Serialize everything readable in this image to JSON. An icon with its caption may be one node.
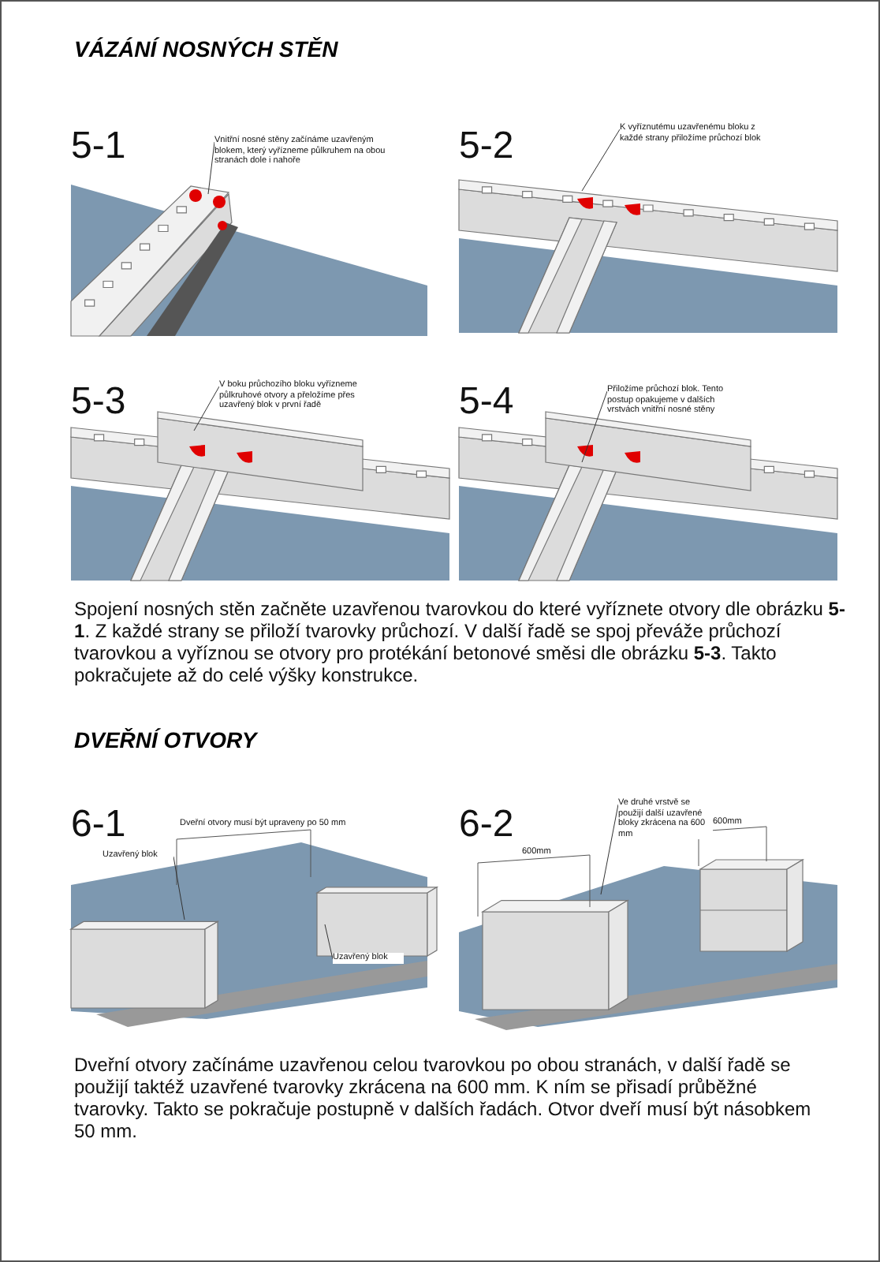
{
  "diagram": {
    "title": "VÁZÁNÍ NOSNÝCH STĚN",
    "nodes": [
      {
        "text": [
          "Vnitřní nosné stěny začínáme uzavřeným blokem, který vyřízneme půlkruhem na obou stranách dole i nahoře"
        ]
      },
      {
        "text": [
          "K vyříznutému uzavřenému bloku z každé strany přiložíme průchozí blok"
        ]
      },
      {
        "text": [
          "V boku průchozího bloku vyřízneme půlkruhové otvory a přeložíme přes uzavřený blok v první řadě"
        ]
      },
      {
        "text": [
          "Přiložíme průchozí blok. Tento postup opakujeme v dalších vrstvách vnitřní nosné stěny"
        ]
      },
      {
        "text": [
          "Uzavřený blok"
        ]
      },
      {
        "text": [
          "Uzavřený blok"
        ]
      },
      {
        "text": [
          "Ve druhé vrstvě se použijí další uzavřené bloky zkrácena na 600 mm"
        ]
      }
    ],
    "edges": [
      {
        "from": 0,
        "to": null,
        "arrow": "none"
      },
      {
        "from": 1,
        "to": null,
        "arrow": "none"
      },
      {
        "from": 2,
        "to": null,
        "arrow": "none"
      },
      {
        "from": 3,
        "to": null,
        "arrow": "none"
      },
      {
        "from": 4,
        "to": null,
        "arrow": "none"
      },
      {
        "from": 5,
        "to": null,
        "arrow": "none"
      },
      {
        "from": 6,
        "to": null,
        "arrow": "none"
      }
    ],
    "labels": [
      "5-1",
      "5-2",
      "5-3",
      "5-4",
      "Spojení nosných stěn začněte uzavřenou tvarovkou do které vyříznete otvory dle obrázku **5-1**.  Z každé strany se přiloží tvarovky průchozí. V další řadě se spoj převáže průchozí tvarovkou a vyříznou se otvory pro protékání betonové směsi dle obrázku **5-3**. Takto pokračujete až do celé výšky konstrukce.",
      "DVEŘNÍ OTVORY",
      "6-1",
      "Dveřní otvory musí být upraveny po 50 mm",
      "6-2",
      "600mm",
      "600mm",
      "Dveřní otvory začínáme uzavřenou celou tvarovkou po obou stranách, v další řadě se použijí taktéž uzavřené tvarovky zkrácena na 600 mm. K ním se přisadí průběžné tvarovky. Takto se pokračuje postupně v dalších řadách. Otvor dveří musí být násobkem 50 mm."
    ]
  }
}
